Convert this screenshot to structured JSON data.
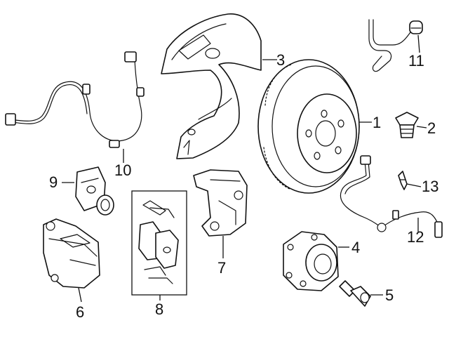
{
  "diagram": {
    "callouts": [
      {
        "id": "1",
        "label": "1",
        "part": "brake-rotor"
      },
      {
        "id": "2",
        "label": "2",
        "part": "wheel-bolt"
      },
      {
        "id": "3",
        "label": "3",
        "part": "dust-shield"
      },
      {
        "id": "4",
        "label": "4",
        "part": "wheel-hub-bearing"
      },
      {
        "id": "5",
        "label": "5",
        "part": "hub-bolt"
      },
      {
        "id": "6",
        "label": "6",
        "part": "brake-caliper"
      },
      {
        "id": "7",
        "label": "7",
        "part": "caliper-carrier"
      },
      {
        "id": "8",
        "label": "8",
        "part": "brake-pad-kit"
      },
      {
        "id": "9",
        "label": "9",
        "part": "parking-brake-actuator"
      },
      {
        "id": "10",
        "label": "10",
        "part": "abs-sensor-harness"
      },
      {
        "id": "11",
        "label": "11",
        "part": "pad-wear-sensor"
      },
      {
        "id": "12",
        "label": "12",
        "part": "speed-sensor-cable"
      },
      {
        "id": "13",
        "label": "13",
        "part": "sensor-clip"
      }
    ],
    "colors": {
      "line": "#111111",
      "background": "#ffffff"
    }
  }
}
